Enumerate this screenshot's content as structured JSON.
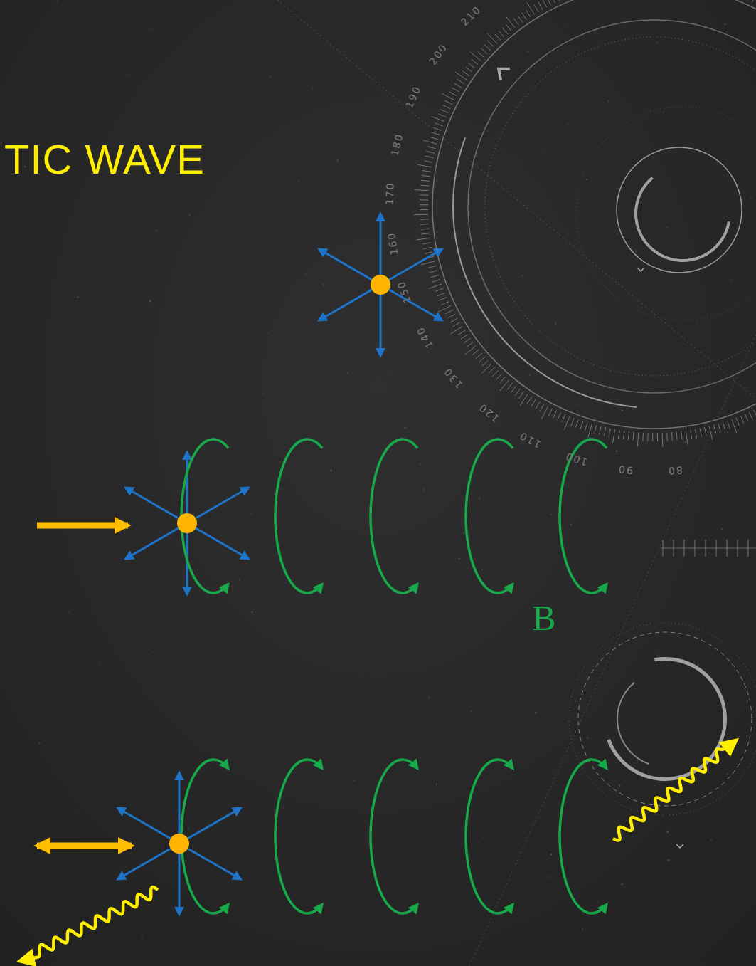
{
  "diagram": {
    "title": "TIC WAVE",
    "labels": [
      "B",
      "210",
      "200",
      "190",
      "180",
      "170",
      "160",
      "150",
      "140",
      "130",
      "120",
      "110",
      "100",
      "90",
      "80"
    ]
  }
}
